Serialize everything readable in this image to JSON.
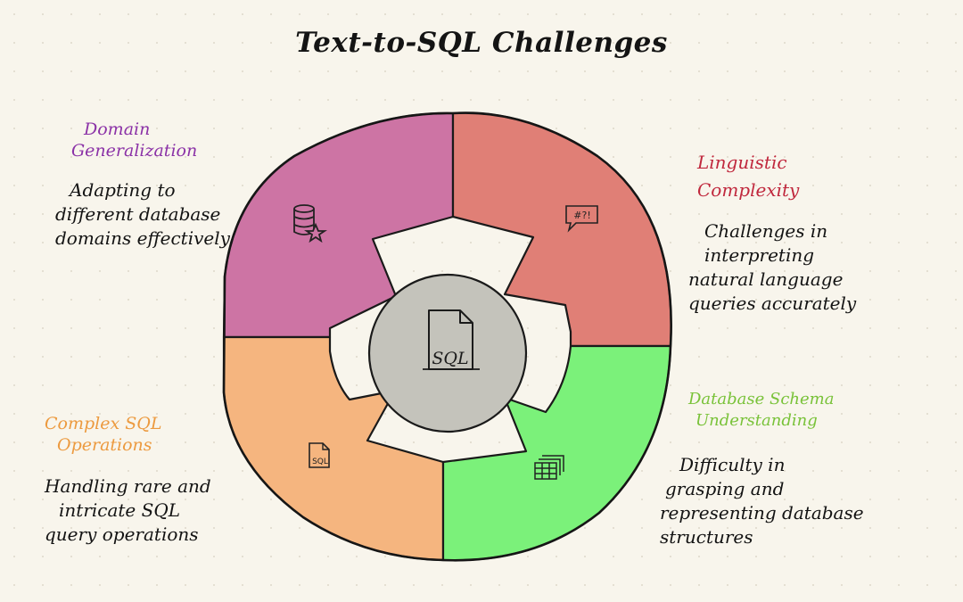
{
  "title": "Text-to-SQL Challenges",
  "center": {
    "label": "SQL",
    "icon": "sql-document-icon"
  },
  "colors": {
    "domain": "#cd74a4",
    "linguistic": "#e07f76",
    "complex": "#f5b57f",
    "schema": "#7bf17a",
    "center": "#c4c3bb",
    "domain_text": "#8b32a7",
    "linguistic_text": "#c0283d",
    "complex_text": "#ec9a3f",
    "schema_text": "#79c239"
  },
  "segments": [
    {
      "key": "domain",
      "header_lines": [
        "Domain",
        "Generalization"
      ],
      "desc_lines": [
        "Adapting to",
        "different database",
        "domains effectively"
      ],
      "icon": "database-star-icon"
    },
    {
      "key": "linguistic",
      "header_lines": [
        "Linguistic",
        "Complexity"
      ],
      "desc_lines": [
        "Challenges in",
        "interpreting",
        "natural language",
        "queries accurately"
      ],
      "icon": "speech-bubble-icon",
      "icon_text": "#?!"
    },
    {
      "key": "complex",
      "header_lines": [
        "Complex SQL",
        "Operations"
      ],
      "desc_lines": [
        "Handling rare and",
        "intricate SQL",
        "query operations"
      ],
      "icon": "sql-file-icon",
      "icon_text": "SQL"
    },
    {
      "key": "schema",
      "header_lines": [
        "Database Schema",
        "Understanding"
      ],
      "desc_lines": [
        "Difficulty in",
        "grasping and",
        "representing database",
        "structures"
      ],
      "icon": "table-stack-icon"
    }
  ]
}
